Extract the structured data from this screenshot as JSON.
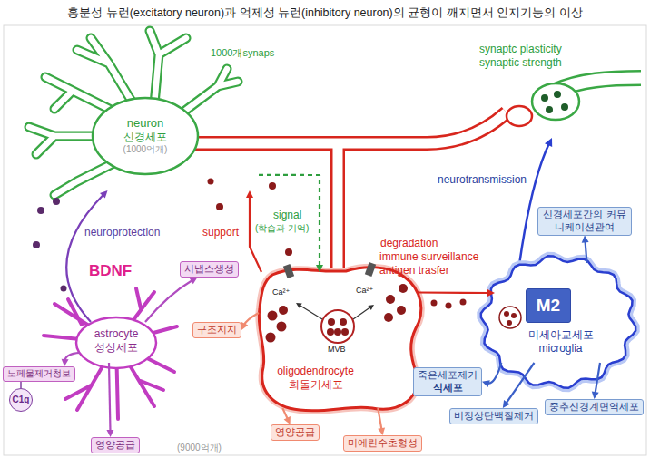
{
  "diagram": {
    "title": "흥분성 뉴런(excitatory neuron)과 억제성 뉴런(inhibitory neuron)의 균형이 깨지면서 인지기능의 이상",
    "nodes": [
      {
        "text": [
          "neuron",
          "신경세포",
          "(1000억개)"
        ]
      },
      {
        "text": [
          "astrocyte",
          "성상세포"
        ]
      },
      {
        "text": [
          "oligodendrocyte",
          "희돌기세포"
        ]
      },
      {
        "text": [
          "미세아교세포",
          "microglia"
        ]
      },
      {
        "text": [
          "M2"
        ],
        "in": 3
      },
      {
        "text": [
          "시냅스생성"
        ]
      },
      {
        "text": [
          "구조지지"
        ]
      },
      {
        "text": [
          "노페물제거청보"
        ]
      },
      {
        "text": [
          "C1q"
        ]
      },
      {
        "text": [
          "영양공급"
        ]
      },
      {
        "text": [
          "영양공급"
        ]
      },
      {
        "text": [
          "미에린수초형성"
        ]
      },
      {
        "text": [
          "신경세포간의 커뮤니케이션관여"
        ]
      },
      {
        "text": [
          "죽은세포제거",
          "식세포"
        ]
      },
      {
        "text": [
          "비정상단백질제거"
        ]
      },
      {
        "text": [
          "중추신경계면역세포"
        ]
      }
    ],
    "edges": [
      {
        "from": 1,
        "to": 0,
        "arrow": "to",
        "label": "neuroprotection"
      },
      {
        "from": 2,
        "to": 0,
        "arrow": "to",
        "label": "support"
      },
      {
        "from": 0,
        "to": 2,
        "arrow": "to",
        "label": "signal"
      },
      {
        "from": 2,
        "to": 3,
        "arrow": "to",
        "label": "degradation"
      },
      {
        "from": 1,
        "to": 5,
        "arrow": "to"
      },
      {
        "from": 1,
        "to": 7,
        "arrow": "to"
      },
      {
        "from": 1,
        "to": 9,
        "arrow": "to"
      },
      {
        "from": 2,
        "to": 6,
        "arrow": "to"
      },
      {
        "from": 2,
        "to": 10,
        "arrow": "to"
      },
      {
        "from": 2,
        "to": 11,
        "arrow": "to"
      },
      {
        "from": 3,
        "to": 12,
        "arrow": "to"
      },
      {
        "from": 3,
        "to": 13,
        "arrow": "to"
      },
      {
        "from": 3,
        "to": 14,
        "arrow": "to"
      },
      {
        "from": 3,
        "to": 15,
        "arrow": "to"
      }
    ],
    "labels": [
      "1000개synaps",
      "synaptc plasticity",
      "synaptic strength",
      "neurotransmission",
      "BDNF",
      "(학습과 기억)",
      "immune surveillance",
      "antigen trasfer",
      "Ca²⁺",
      "Ca²⁺",
      "MVB",
      "(9000억개)"
    ]
  }
}
